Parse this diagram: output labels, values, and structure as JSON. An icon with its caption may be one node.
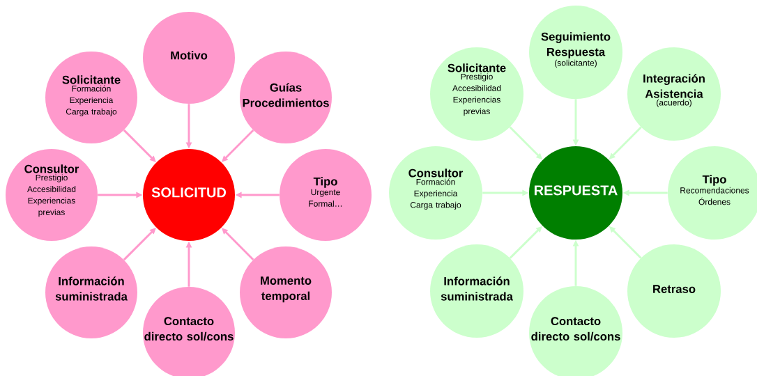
{
  "diagram": {
    "nodes": [
      {
        "text": [
          "SOLICITUD"
        ]
      },
      {
        "text": [
          "Motivo"
        ]
      },
      {
        "text": [
          "Solicitante",
          "Formación Experiencia Carga trabajo"
        ]
      },
      {
        "text": [
          "Guías Procedimientos"
        ]
      },
      {
        "text": [
          "Consultor",
          "Prestigio Accesibilidad Experiencias previas"
        ]
      },
      {
        "text": [
          "Tipo",
          "Urgente Formal…"
        ]
      },
      {
        "text": [
          "Información suministrada"
        ]
      },
      {
        "text": [
          "Contacto directo sol/cons"
        ]
      },
      {
        "text": [
          "Momento temporal"
        ]
      },
      {
        "text": [
          "RESPUESTA"
        ]
      },
      {
        "text": [
          "Seguimiento Respuesta",
          "(solicitante)"
        ]
      },
      {
        "text": [
          "Solicitante",
          "Prestigio Accesibilidad Experiencias previas"
        ]
      },
      {
        "text": [
          "Integración Asistencia",
          "(acuerdo)"
        ]
      },
      {
        "text": [
          "Consultor",
          "Formación Experiencia Carga trabajo"
        ]
      },
      {
        "text": [
          "Tipo",
          "Recomendaciones Órdenes"
        ]
      },
      {
        "text": [
          "Información suministrada"
        ]
      },
      {
        "text": [
          "Contacto directo sol/cons"
        ]
      },
      {
        "text": [
          "Retraso"
        ]
      }
    ],
    "edges": [
      {
        "from": 1,
        "to": 0,
        "arrow": "to",
        "color": "#ff99cc"
      },
      {
        "from": 2,
        "to": 0,
        "arrow": "to",
        "color": "#ff99cc"
      },
      {
        "from": 3,
        "to": 0,
        "arrow": "to",
        "color": "#ff99cc"
      },
      {
        "from": 4,
        "to": 0,
        "arrow": "to",
        "color": "#ff99cc"
      },
      {
        "from": 5,
        "to": 0,
        "arrow": "to",
        "color": "#ff99cc"
      },
      {
        "from": 6,
        "to": 0,
        "arrow": "to",
        "color": "#ff99cc"
      },
      {
        "from": 7,
        "to": 0,
        "arrow": "to",
        "color": "#ff99cc"
      },
      {
        "from": 8,
        "to": 0,
        "arrow": "to",
        "color": "#ff99cc"
      },
      {
        "from": 10,
        "to": 9,
        "arrow": "to",
        "color": "#ccffcc"
      },
      {
        "from": 11,
        "to": 9,
        "arrow": "to",
        "color": "#ccffcc"
      },
      {
        "from": 12,
        "to": 9,
        "arrow": "to",
        "color": "#ccffcc"
      },
      {
        "from": 13,
        "to": 9,
        "arrow": "to",
        "color": "#ccffcc"
      },
      {
        "from": 14,
        "to": 9,
        "arrow": "to",
        "color": "#ccffcc"
      },
      {
        "from": 15,
        "to": 9,
        "arrow": "to",
        "color": "#ccffcc"
      },
      {
        "from": 16,
        "to": 9,
        "arrow": "to",
        "color": "#ccffcc"
      },
      {
        "from": 17,
        "to": 9,
        "arrow": "to",
        "color": "#ccffcc"
      }
    ]
  }
}
